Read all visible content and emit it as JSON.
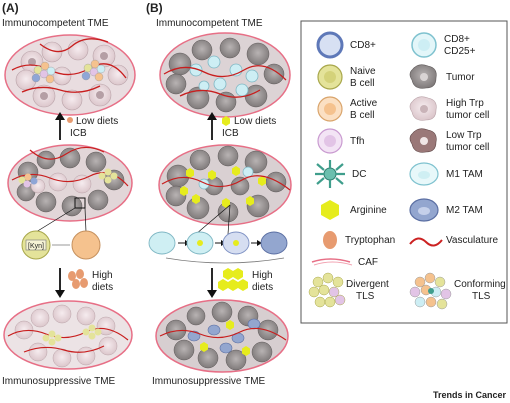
{
  "panel_a": {
    "label": "(A)",
    "top_title": "Immunocompetent TME",
    "arrow_up_text": [
      "Low diets",
      "ICB"
    ],
    "kyn_label": "[Kyn]",
    "arrow_down_text": [
      "High",
      "diets"
    ],
    "bottom_title": "Immunosuppressive TME"
  },
  "panel_b": {
    "label": "(B)",
    "top_title": "Immunocompetent TME",
    "arrow_up_text": [
      "Low diets",
      "ICB"
    ],
    "arrow_down_text": [
      "High",
      "diets"
    ],
    "bottom_title": "Immunosuppressive TME"
  },
  "legend": {
    "items": [
      {
        "id": "cd8",
        "label": [
          "CD8+"
        ],
        "icon": "blue-ring-cell",
        "color": "#8fa6d6"
      },
      {
        "id": "cd8cd25",
        "label": [
          "CD8+",
          "CD25+"
        ],
        "icon": "light-blue-cell",
        "color": "#cdeef4"
      },
      {
        "id": "naive-b",
        "label": [
          "Naive",
          "B cell"
        ],
        "icon": "yellow-cell",
        "color": "#e4e39a"
      },
      {
        "id": "tumor",
        "label": [
          "Tumor"
        ],
        "icon": "grey-blob",
        "color": "#8f8b8b"
      },
      {
        "id": "active-b",
        "label": [
          "Active",
          "B cell"
        ],
        "icon": "peach-cell",
        "color": "#f5c28e"
      },
      {
        "id": "high-trp",
        "label": [
          "High Trp",
          "tumor cell"
        ],
        "icon": "pale-pink-blob",
        "color": "#e8d3d8"
      },
      {
        "id": "tfh",
        "label": [
          "Tfh"
        ],
        "icon": "lilac-cell",
        "color": "#e2c4e6"
      },
      {
        "id": "low-trp",
        "label": [
          "Low Trp",
          "tumor cell"
        ],
        "icon": "dark-mauve-blob",
        "color": "#9a7878"
      },
      {
        "id": "dc",
        "label": [
          "DC"
        ],
        "icon": "dendritic-cell",
        "color": "#3f9e8c"
      },
      {
        "id": "m1",
        "label": [
          "M1 TAM"
        ],
        "icon": "pale-cyan-macrophage",
        "color": "#cfeff3"
      },
      {
        "id": "arginine",
        "label": [
          "Arginine"
        ],
        "icon": "yellow-hexagon",
        "color": "#e6ec1d"
      },
      {
        "id": "m2",
        "label": [
          "M2 TAM"
        ],
        "icon": "blue-macrophage",
        "color": "#93a6cf"
      },
      {
        "id": "tryptophan",
        "label": [
          "Tryptophan"
        ],
        "icon": "orange-drop",
        "color": "#e79b70"
      },
      {
        "id": "vasculature",
        "label": [
          "Vasculature"
        ],
        "icon": "red-wave",
        "color": "#cc2222"
      },
      {
        "id": "caf",
        "label": [
          "CAF"
        ],
        "icon": "pink-fibre",
        "color": "#e76f86"
      },
      {
        "id": "divergent",
        "label": [
          "Divergent",
          "TLS"
        ],
        "icon": "yellow-cluster",
        "color": "#e4e39a"
      },
      {
        "id": "conforming",
        "label": [
          "Conforming",
          "TLS"
        ],
        "icon": "mixed-cluster",
        "color": "#f5c28e"
      }
    ]
  },
  "footer": {
    "brand": "Trends in Cancer"
  }
}
